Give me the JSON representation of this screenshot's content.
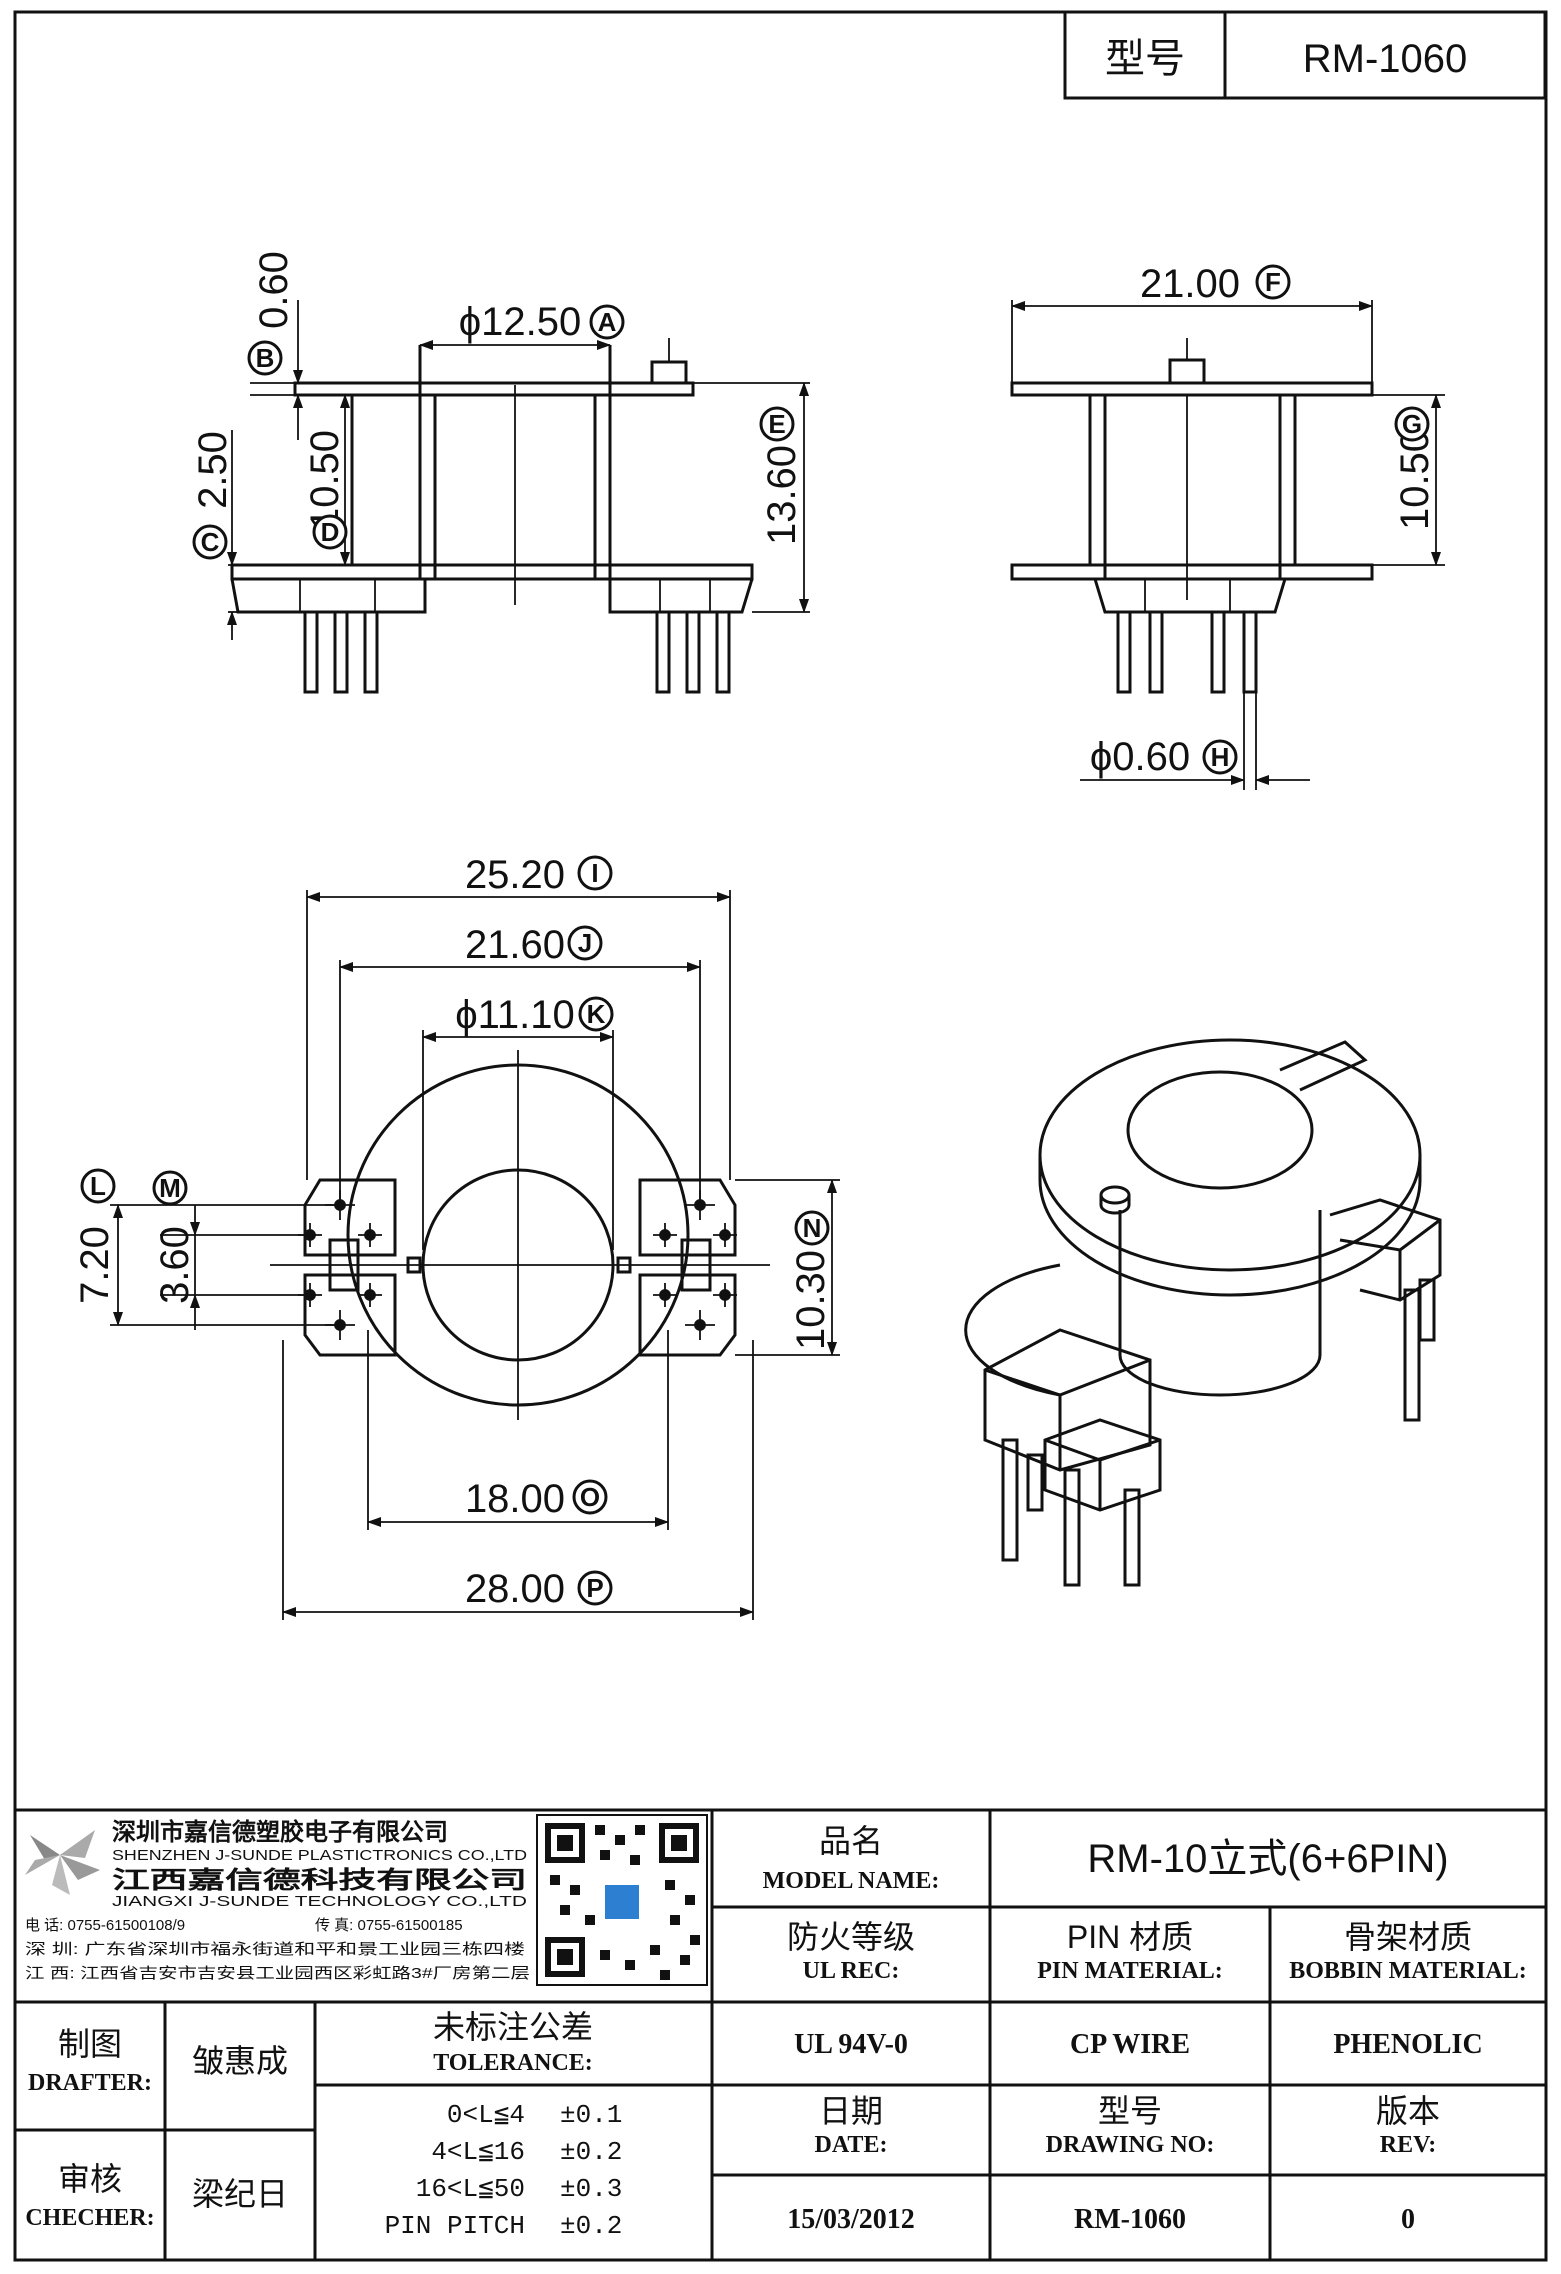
{
  "header": {
    "model_label": "型号",
    "model_value": "RM-1060"
  },
  "dimensions": {
    "A": {
      "value": "ϕ12.50",
      "letter": "A"
    },
    "B": {
      "value": "0.60",
      "letter": "B"
    },
    "C": {
      "value": "2.50",
      "letter": "C"
    },
    "D": {
      "value": "10.50",
      "letter": "D"
    },
    "E": {
      "value": "13.60",
      "letter": "E"
    },
    "F": {
      "value": "21.00",
      "letter": "F"
    },
    "G": {
      "value": "10.50",
      "letter": "G"
    },
    "H": {
      "value": "ϕ0.60",
      "letter": "H"
    },
    "I": {
      "value": "25.20",
      "letter": "I"
    },
    "J": {
      "value": "21.60",
      "letter": "J"
    },
    "K": {
      "value": "ϕ11.10",
      "letter": "K"
    },
    "L": {
      "value": "7.20",
      "letter": "L"
    },
    "M": {
      "value": "3.60",
      "letter": "M"
    },
    "N": {
      "value": "10.30",
      "letter": "N"
    },
    "O": {
      "value": "18.00",
      "letter": "O"
    },
    "P": {
      "value": "28.00",
      "letter": "P"
    }
  },
  "company": {
    "name_cn_1": "深圳市嘉信德塑胶电子有限公司",
    "name_en_1": "SHENZHEN J-SUNDE PLASTICTRONICS CO.,LTD",
    "name_cn_2": "江西嘉信德科技有限公司",
    "name_en_2": "JIANGXI J-SUNDE TECHNOLOGY CO.,LTD",
    "phone": "电 话: 0755-61500108/9",
    "fax": "传 真: 0755-61500185",
    "addr_sz": "深 圳: 广东省深圳市福永街道和平和景工业园三栋四楼",
    "addr_jx": "江 西: 江西省吉安市吉安县工业园西区彩虹路3#厂房第二层"
  },
  "title_block": {
    "product_name_label_cn": "品名",
    "product_name_label_en": "MODEL NAME:",
    "product_name_value": "RM-10立式(6+6PIN)",
    "ul_label_cn": "防火等级",
    "ul_label_en": "UL REC:",
    "ul_value": "UL 94V-0",
    "pin_label_cn": "PIN 材质",
    "pin_label_en": "PIN MATERIAL:",
    "pin_value": "CP WIRE",
    "bobbin_label_cn": "骨架材质",
    "bobbin_label_en": "BOBBIN MATERIAL:",
    "bobbin_value": "PHENOLIC",
    "drafter_label_cn": "制图",
    "drafter_label_en": "DRAFTER:",
    "drafter_value": "皱惠成",
    "checker_label_cn": "审核",
    "checker_label_en": "CHECHER:",
    "checker_value": "梁纪日",
    "tolerance_label_cn": "未标注公差",
    "tolerance_label_en": "TOLERANCE:",
    "tolerances": [
      {
        "range": "0<L≦4",
        "value": "±0.1"
      },
      {
        "range": "4<L≦16",
        "value": "±0.2"
      },
      {
        "range": "16<L≦50",
        "value": "±0.3"
      },
      {
        "range": "PIN PITCH",
        "value": "±0.2"
      }
    ],
    "date_label_cn": "日期",
    "date_label_en": "DATE:",
    "date_value": "15/03/2012",
    "drawing_label_cn": "型号",
    "drawing_label_en": "DRAWING NO:",
    "drawing_value": "RM-1060",
    "rev_label_cn": "版本",
    "rev_label_en": "REV:",
    "rev_value": "0"
  }
}
